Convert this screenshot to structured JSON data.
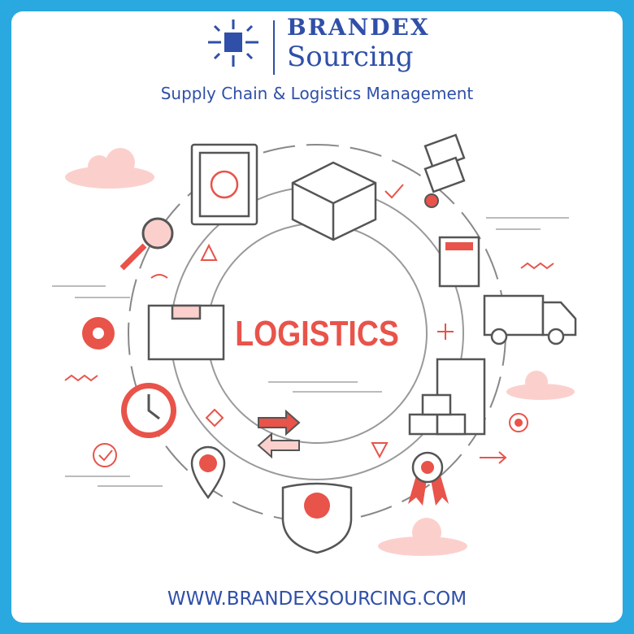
{
  "logo": {
    "brand": "BRANDEX",
    "sub": "Sourcing"
  },
  "tagline": "Supply Chain & Logistics Management",
  "center_label": "LOGISTICS",
  "website": "WWW.BRANDEXSOURCING.COM",
  "colors": {
    "border": "#2aa8e0",
    "brand_blue": "#2f4fa8",
    "accent_red": "#e8534a",
    "outline": "#555555",
    "cloud": "#fbd0cc"
  }
}
